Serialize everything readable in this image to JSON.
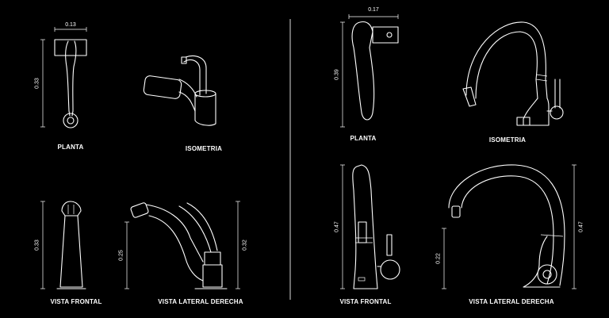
{
  "left_sheet": {
    "views": {
      "planta": "PLANTA",
      "isometria": "ISOMETRIA",
      "vista_frontal": "VISTA FRONTAL",
      "vista_lateral": "VISTA LATERAL DERECHA"
    },
    "dims": {
      "planta_width": "0.13",
      "planta_height": "0.33",
      "frontal_height": "0.33",
      "lateral_spout_height": "0.25",
      "lateral_body_height": "0.32"
    }
  },
  "right_sheet": {
    "views": {
      "planta": "PLANTA",
      "isometria": "ISOMETRIA",
      "vista_frontal": "VISTA FRONTAL",
      "vista_lateral": "VISTA LATERAL DERECHA"
    },
    "dims": {
      "planta_width": "0.17",
      "planta_height": "0.39",
      "frontal_height": "0.47",
      "lateral_spout_height": "0.22",
      "lateral_body_height": "0.47"
    }
  },
  "colors": {
    "background": "#000000",
    "lines": "#ffffff"
  }
}
